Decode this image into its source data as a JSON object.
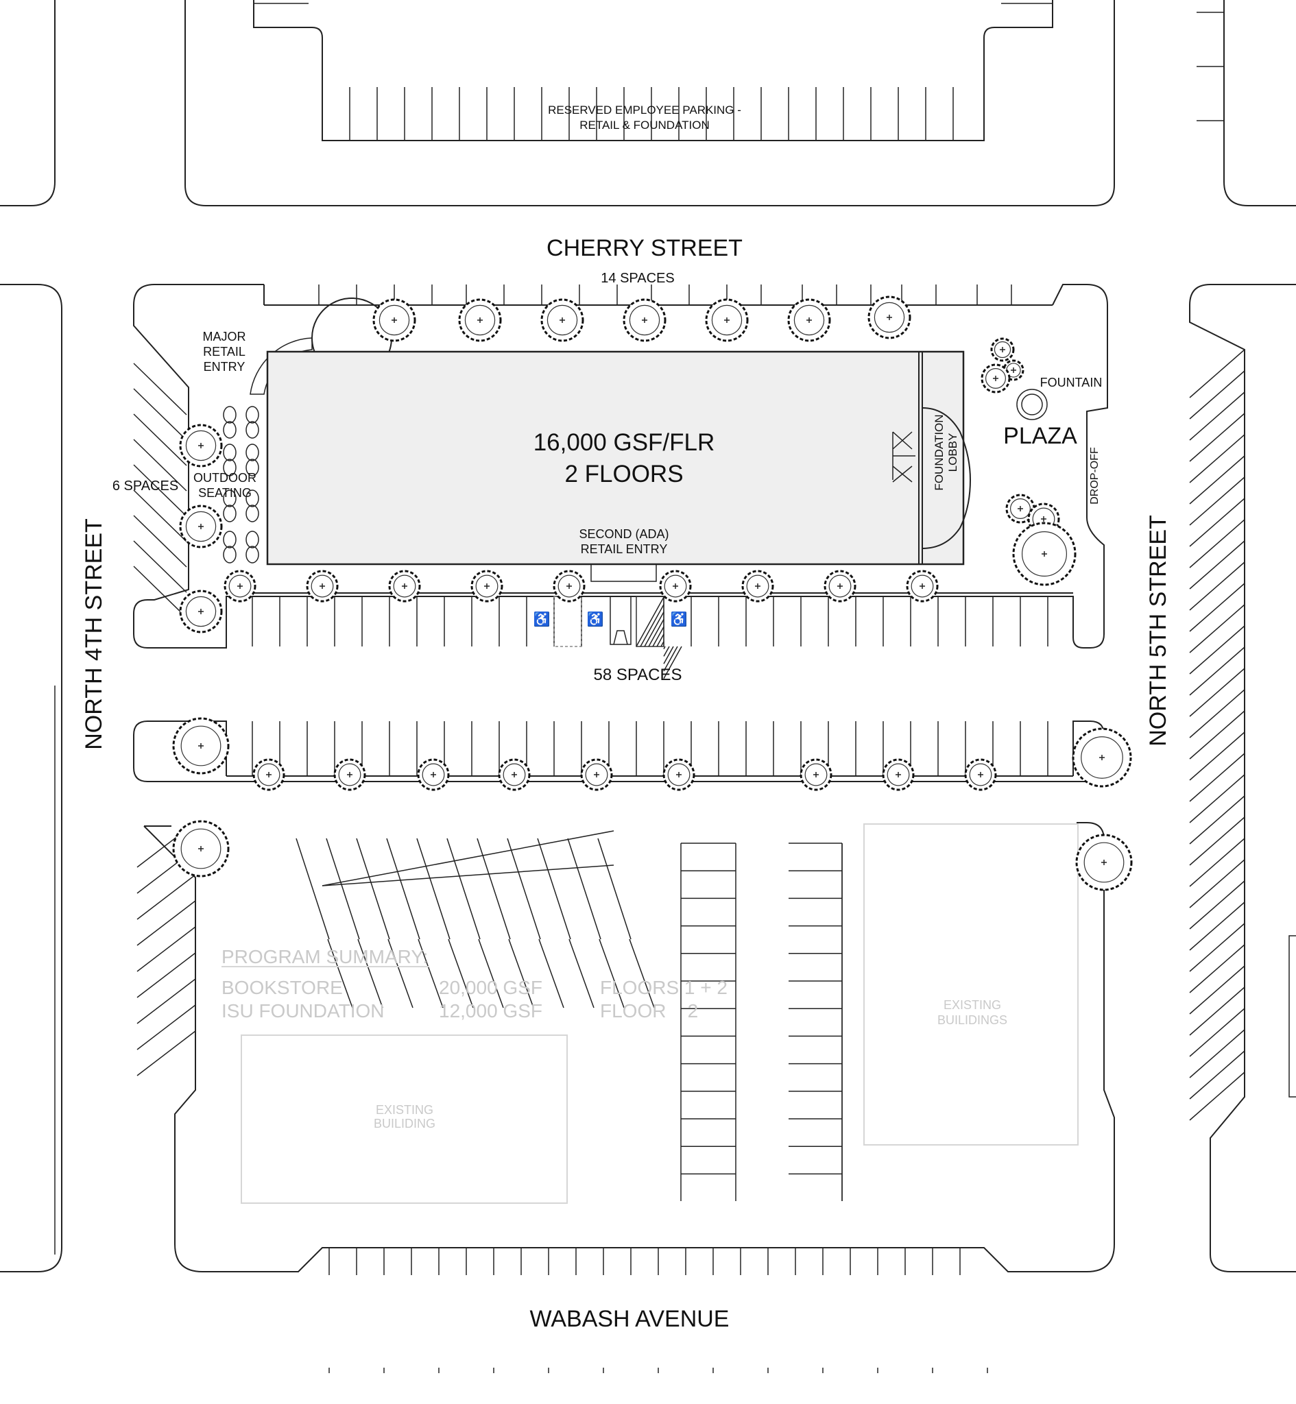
{
  "labels": {
    "employee_parking_1": "RESERVED EMPLOYEE PARKING -",
    "employee_parking_2": "RETAIL & FOUNDATION",
    "cherry_street": "CHERRY STREET",
    "spaces_14": "14 SPACES",
    "major_retail_1": "MAJOR",
    "major_retail_2": "RETAIL",
    "major_retail_3": "ENTRY",
    "building_1": "16,000 GSF/FLR",
    "building_2": "2 FLOORS",
    "foundation_lobby_1": "FOUNDATION",
    "foundation_lobby_2": "LOBBY",
    "fountain": "FOUNTAIN",
    "plaza": "PLAZA",
    "drop_off": "DROP-OFF",
    "spaces_6": "6 SPACES",
    "outdoor_1": "OUTDOOR",
    "outdoor_2": "SEATING",
    "ada_entry_1": "SECOND (ADA)",
    "ada_entry_2": "RETAIL ENTRY",
    "spaces_58": "58 SPACES",
    "north_4th": "NORTH 4TH STREET",
    "north_5th": "NORTH 5TH STREET",
    "wabash": "WABASH AVENUE",
    "existing_building_1": "EXISTING",
    "existing_building_2": "BUILIDING",
    "existing_buildings_1": "EXISTING",
    "existing_buildings_2": "BUILIDINGS"
  },
  "program_summary": {
    "title": "PROGRAM SUMMARY:",
    "rows": [
      {
        "name": "BOOKSTORE",
        "area": "20,000 GSF",
        "floors": "FLOORS 1 + 2"
      },
      {
        "name": "ISU FOUNDATION",
        "area": "12,000 GSF",
        "floors": "FLOOR    2"
      }
    ]
  },
  "colors": {
    "linework": "#222222",
    "building_fill": "#efefef",
    "faint": "#c9c9c9",
    "accessible_symbol": "#2e8b2e"
  },
  "icons": [
    "tree-icon",
    "accessible-parking-icon",
    "fountain-icon",
    "door-icon"
  ]
}
